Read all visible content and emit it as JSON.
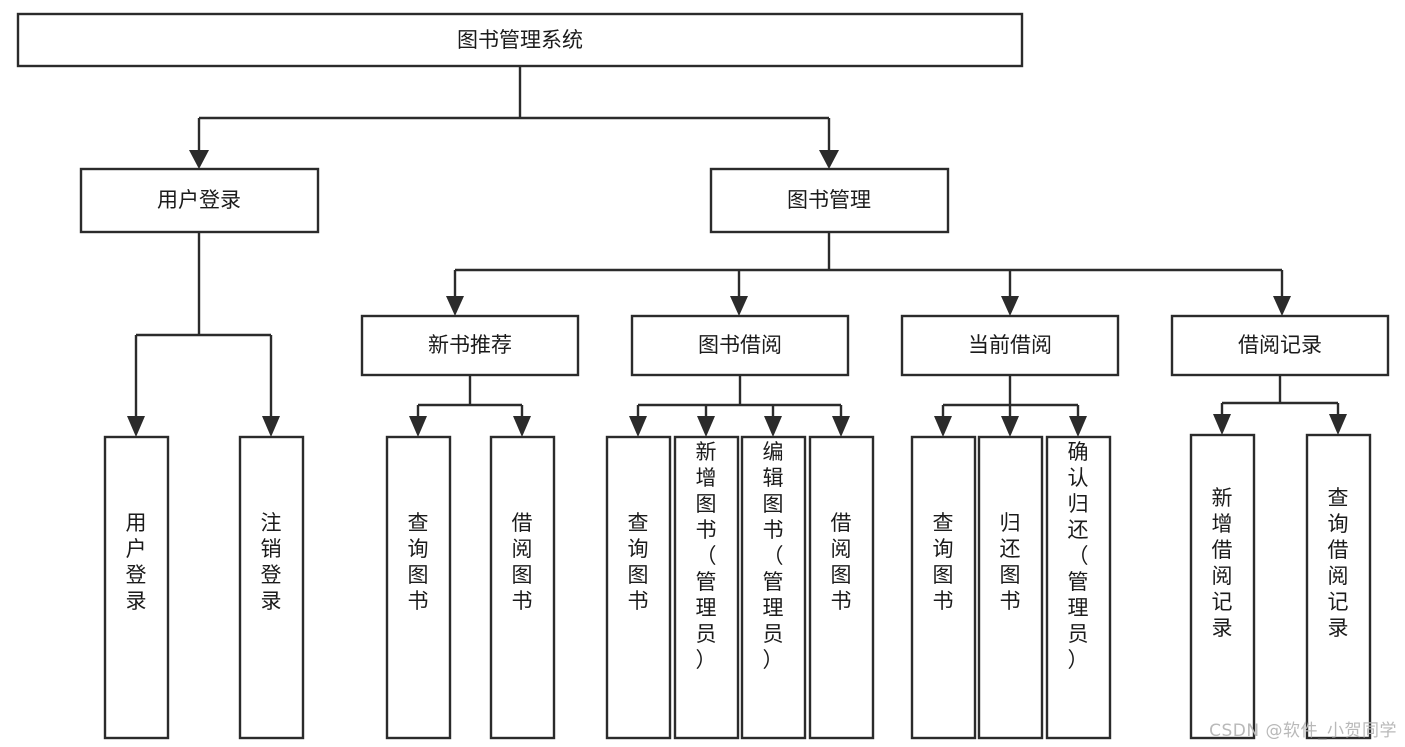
{
  "diagram": {
    "title": "图书管理系统",
    "type": "tree-hierarchy-diagram",
    "colors": {
      "stroke": "#2b2b2b",
      "box_fill": "#ffffff",
      "text": "#1b1b1b",
      "background": "#ffffff",
      "watermark": "#b9b9b9"
    },
    "root": {
      "label": "图书管理系统",
      "orientation": "horizontal"
    },
    "level2": [
      {
        "label": "用户登录",
        "orientation": "horizontal"
      },
      {
        "label": "图书管理",
        "orientation": "horizontal"
      }
    ],
    "level3": [
      {
        "label": "新书推荐",
        "orientation": "horizontal"
      },
      {
        "label": "图书借阅",
        "orientation": "horizontal"
      },
      {
        "label": "当前借阅",
        "orientation": "horizontal"
      },
      {
        "label": "借阅记录",
        "orientation": "horizontal"
      }
    ],
    "leaves_user_login": [
      {
        "label": "用户登录",
        "orientation": "vertical"
      },
      {
        "label": "注销登录",
        "orientation": "vertical"
      }
    ],
    "leaves_new_book": [
      {
        "label": "查询图书",
        "orientation": "vertical"
      },
      {
        "label": "借阅图书",
        "orientation": "vertical"
      }
    ],
    "leaves_book_borrow": [
      {
        "label": "查询图书",
        "orientation": "vertical"
      },
      {
        "label": "新增图书（管理员）",
        "orientation": "vertical"
      },
      {
        "label": "编辑图书（管理员）",
        "orientation": "vertical"
      },
      {
        "label": "借阅图书",
        "orientation": "vertical"
      }
    ],
    "leaves_current_borrow": [
      {
        "label": "查询图书",
        "orientation": "vertical"
      },
      {
        "label": "归还图书",
        "orientation": "vertical"
      },
      {
        "label": "确认归还（管理员）",
        "orientation": "vertical"
      }
    ],
    "leaves_borrow_record": [
      {
        "label": "新增借阅记录",
        "orientation": "vertical"
      },
      {
        "label": "查询借阅记录",
        "orientation": "vertical"
      }
    ]
  },
  "watermark": {
    "text": "CSDN @软件_小贺同学"
  }
}
